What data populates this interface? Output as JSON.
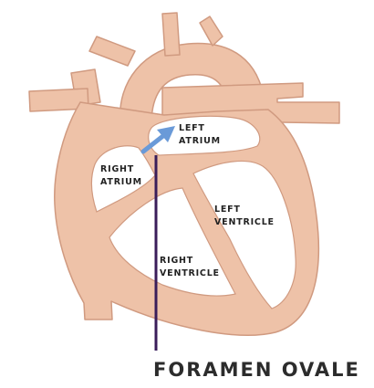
{
  "labels": {
    "left_atrium": [
      "LEFT",
      "ATRIUM"
    ],
    "right_atrium": [
      "RIGHT",
      "ATRIUM"
    ],
    "left_ventricle": [
      "LEFT",
      "VENTRICLE"
    ],
    "right_ventricle": [
      "RIGHT",
      "VENTRICLE"
    ]
  },
  "caption": "FORAMEN OVALE",
  "colors": {
    "tissue_fill": "#EEC2A8",
    "tissue_stroke": "#D09A80",
    "chamber_fill": "#FFFFFF",
    "arrow": "#6A9AD8",
    "pointer_line": "#3A1D5A"
  }
}
